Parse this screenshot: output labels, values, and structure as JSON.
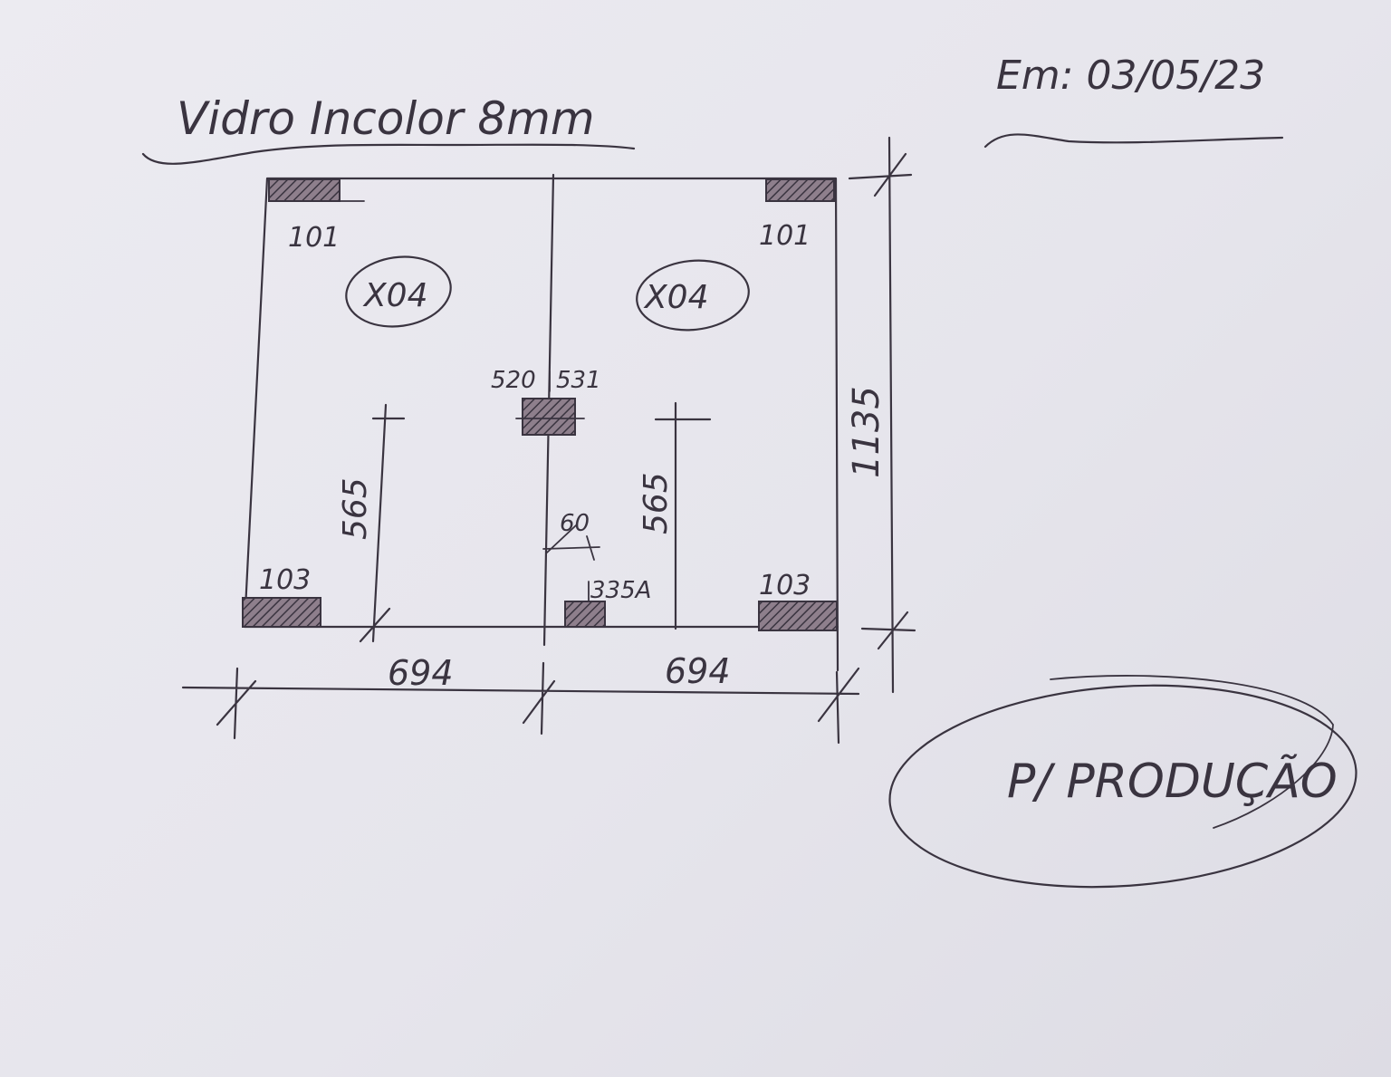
{
  "title": "Vidro Incolor 8mm",
  "date_label": "Em: 03/05/23",
  "stamp_label": "P/ PRODUÇÃO",
  "ink_color": "#3a3440",
  "panels": [
    {
      "name": "left",
      "quantity": "X04",
      "top_hardware": "101",
      "bottom_hardware": "103",
      "hole_height": "565"
    },
    {
      "name": "right",
      "quantity": "X04",
      "top_hardware": "101",
      "bottom_hardware": "103",
      "hole_height": "565"
    }
  ],
  "center_hardware": {
    "left_code": "520",
    "right_code": "531",
    "bottom_code": "335A",
    "offset": "60"
  },
  "widths": [
    "694",
    "694"
  ],
  "height": "1135"
}
